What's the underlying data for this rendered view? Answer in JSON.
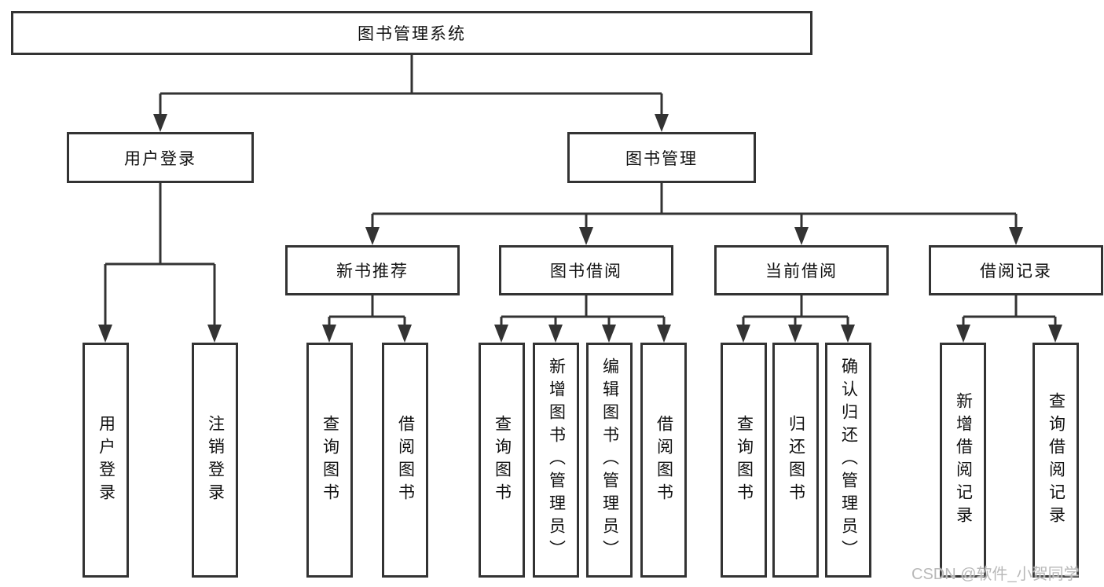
{
  "colors": {
    "line": "#333333",
    "box_border": "#333333",
    "text": "#111111",
    "watermark": "#b9b9b9",
    "background": "#ffffff"
  },
  "watermark": "CSDN @软件_小贺同学",
  "diagram": {
    "root": {
      "label": "图书管理系统"
    },
    "level2": [
      {
        "label": "用户登录"
      },
      {
        "label": "图书管理"
      }
    ],
    "level3": [
      {
        "label": "新书推荐"
      },
      {
        "label": "图书借阅"
      },
      {
        "label": "当前借阅"
      },
      {
        "label": "借阅记录"
      }
    ],
    "leaves": {
      "user_login": [
        "用户登录",
        "注销登录"
      ],
      "new_book_recommend": [
        "查询图书",
        "借阅图书"
      ],
      "book_borrow": [
        "查询图书",
        "新增图书（管理员）",
        "编辑图书（管理员）",
        "借阅图书"
      ],
      "current_borrow": [
        "查询图书",
        "归还图书",
        "确认归还（管理员）"
      ],
      "borrow_record": [
        "新增借阅记录",
        "查询借阅记录"
      ]
    }
  }
}
